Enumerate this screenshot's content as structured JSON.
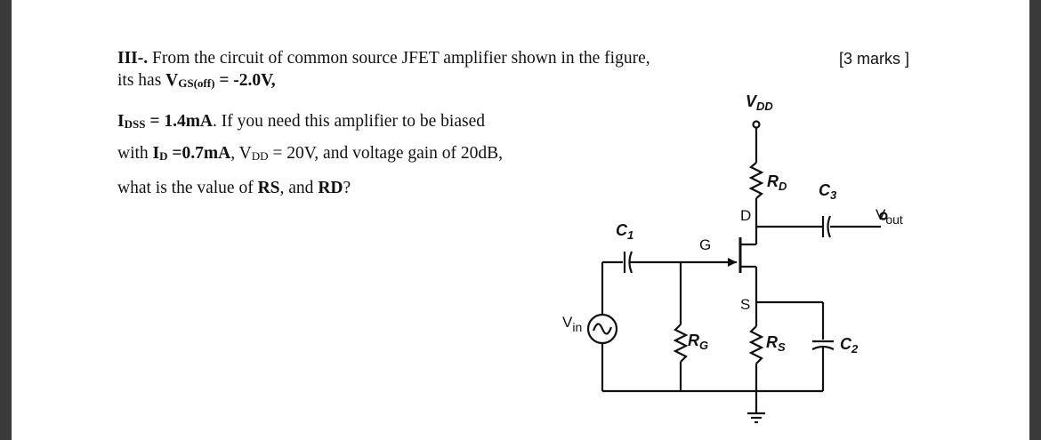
{
  "question": {
    "number": "III-.",
    "intro": "From the circuit of common source JFET  amplifier shown in the figure,",
    "line2_prefix": "its has ",
    "vgs_label": "V",
    "vgs_sub": "GS(off)",
    "vgs_value": " = -2.0V,",
    "idss_label": "I",
    "idss_sub": "DSS",
    "idss_value": " = 1.4mA",
    "idss_rest": ". If you need this amplifier to be biased",
    "line4_prefix": "with ",
    "id_label": "I",
    "id_sub": "D",
    "id_value": " =0.7mA",
    "line4_rest": ", V",
    "vdd_sub": "DD",
    "line4_end": " = 20V, and voltage gain of 20dB,",
    "line5_prefix": "what is the value of ",
    "rs": "RS",
    "line5_mid": ", and ",
    "rd": "RD",
    "line5_end": "?"
  },
  "marks": "[3 marks ]",
  "circuit": {
    "vdd": "V",
    "vdd_sub": "DD",
    "rd": "R",
    "rd_sub": "D",
    "c3": "C",
    "c3_sub": "3",
    "vout": "V",
    "vout_sub": "out",
    "d": "D",
    "c1": "C",
    "c1_sub": "1",
    "g": "G",
    "s": "S",
    "vin": "V",
    "vin_sub": "in",
    "rg": "R",
    "rg_sub": "G",
    "rs": "R",
    "rs_sub": "S",
    "c2": "C",
    "c2_sub": "2"
  }
}
